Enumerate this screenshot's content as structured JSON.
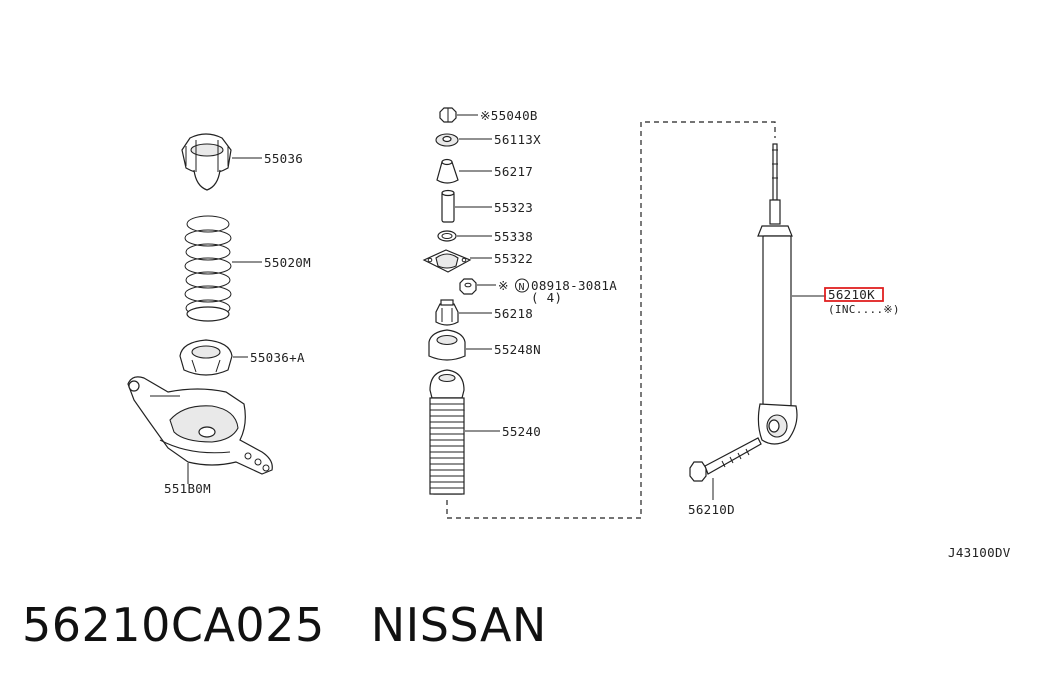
{
  "labels": {
    "p55036": "55036",
    "p55020m": "55020M",
    "p55036a": "55036+A",
    "p551b0m": "551B0M",
    "p55040b": "※55040B",
    "p56113x": "56113X",
    "p56217": "56217",
    "p55323": "55323",
    "p55338": "55338",
    "p55322": "55322",
    "p08918_mark": "※",
    "p08918_circle": "N",
    "p08918": "08918-3081A",
    "p08918_qty": "( 4)",
    "p56218": "56218",
    "p55248n": "55248N",
    "p55240": "55240",
    "p56210k": "56210K",
    "p56210k_inc": "(INC....※)",
    "p56210d": "56210D",
    "diagram_code": "J43100DV"
  },
  "highlight_color": "#e02020",
  "caption": {
    "part_number": "56210CA025",
    "brand": "NISSAN"
  }
}
